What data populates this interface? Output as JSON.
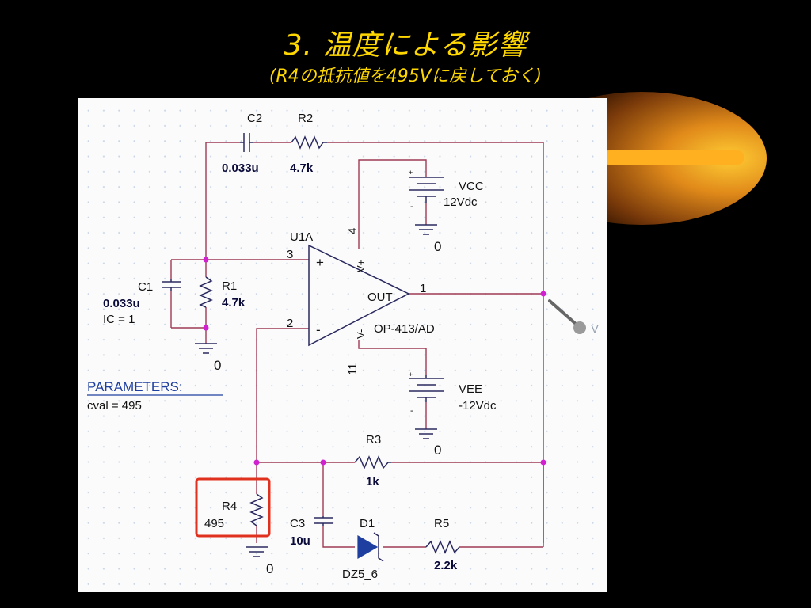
{
  "slide": {
    "title": "3. 温度による影響",
    "subtitle": "(R4の抵抗値を495Vに戻しておく)"
  },
  "schematic": {
    "components": {
      "c2": {
        "name": "C2",
        "value": "0.033u"
      },
      "r2": {
        "name": "R2",
        "value": "4.7k"
      },
      "vcc": {
        "name": "VCC",
        "value": "12Vdc"
      },
      "vee": {
        "name": "VEE",
        "value": "-12Vdc"
      },
      "u1a": {
        "name": "U1A",
        "part": "OP-413/AD"
      },
      "c1": {
        "name": "C1",
        "value": "0.033u",
        "ic": "IC = 1"
      },
      "r1": {
        "name": "R1",
        "value": "4.7k"
      },
      "r3": {
        "name": "R3",
        "value": "1k"
      },
      "r4": {
        "name": "R4",
        "value": "495"
      },
      "c3": {
        "name": "C3",
        "value": "10u"
      },
      "d1": {
        "name": "D1",
        "part": "DZ5_6"
      },
      "r5": {
        "name": "R5",
        "value": "2.2k"
      }
    },
    "opamp": {
      "pin_plus_in": "3",
      "pin_minus_in": "2",
      "pin_out": "1",
      "pin_vpos": "4",
      "pin_vneg": "11",
      "plus_sign": "+",
      "minus_sign": "-",
      "out_label": "OUT",
      "vpos_label": "V+",
      "vneg_label": "V-"
    },
    "grounds": {
      "label": "0"
    },
    "probe": {
      "label": "V"
    },
    "parameters": {
      "heading": "PARAMETERS:",
      "value": "cval = 495"
    },
    "battery_marks": {
      "plus": "+",
      "minus": "-"
    }
  },
  "colors": {
    "title": "#ffd700",
    "wire": "#a03a55",
    "highlight": "#e0301e",
    "parameters": "#1f3fa0",
    "node": "#d020d0"
  }
}
